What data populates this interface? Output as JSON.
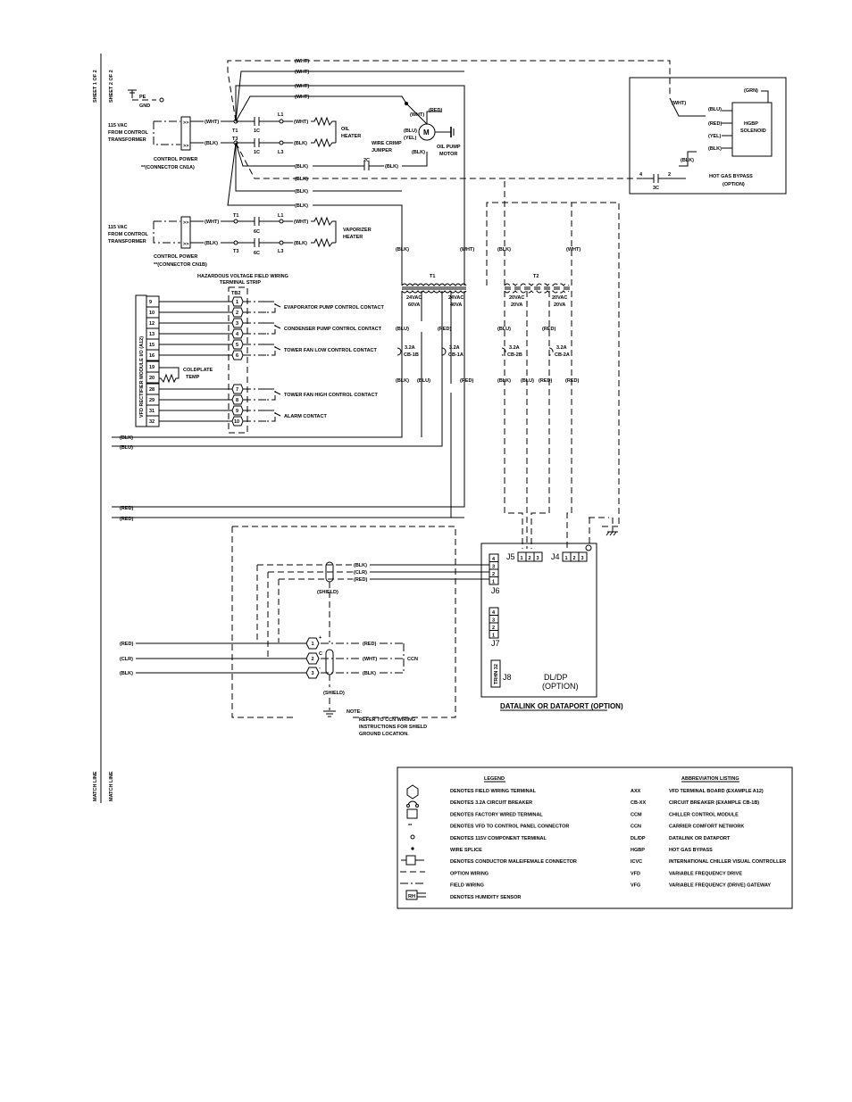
{
  "margin": {
    "sheet_top_1": "SHEET 1 OF 2",
    "sheet_top_2": "SHEET 2 OF 2",
    "match_1": "MATCH LINE",
    "match_2": "MATCH LINE"
  },
  "ground": {
    "pe": "PE",
    "gnd": "GND"
  },
  "power1": {
    "line1": "115 VAC",
    "line2": "FROM CONTROL",
    "line3": "TRANSFORMER",
    "cap1": "CONTROL POWER",
    "cap2": "**(CONNECTOR CN1A)"
  },
  "power2": {
    "line1": "115 VAC",
    "line2": "FROM CONTROL",
    "line3": "TRANSFORMER",
    "cap1": "CONTROL POWER",
    "cap2": "**(CONNECTOR CN1B)"
  },
  "wires": {
    "wht": "(WHT)",
    "blk": "(BLK)",
    "red": "(RED)",
    "blu": "(BLU)",
    "yel": "(YEL)",
    "grn": "(GRN)",
    "clr": "(CLR)",
    "shield": "(SHIELD)"
  },
  "terms": {
    "t1": "T1",
    "t3": "T3",
    "l1": "L1",
    "l3": "L3",
    "c1": "1C",
    "c2": "2C",
    "c3": "3C",
    "c6": "6C",
    "n4": "4",
    "n2": "2"
  },
  "loads": {
    "oil_heater_1": "OIL",
    "oil_heater_2": "HEATER",
    "jumper_1": "WIRE CRIMP",
    "jumper_2": "JUMPER",
    "motor_m": "M",
    "motor_1": "OIL PUMP",
    "motor_2": "MOTOR",
    "vap_1": "VAPORIZER",
    "vap_2": "HEATER"
  },
  "hgbp": {
    "sol_1": "HGBP",
    "sol_2": "SOLENOID",
    "title": "HOT GAS BYPASS",
    "option": "(OPTION)"
  },
  "strip": {
    "title_1": "HAZARDOUS VOLTAGE FIELD WIRING",
    "title_2": "TERMINAL STRIP",
    "tb": "TB2",
    "module": "VFD RECTIFIER MODULE I/O (A12)",
    "coldplate_1": "COLDPLATE",
    "coldplate_2": "TEMP",
    "pins": [
      "9",
      "10",
      "12",
      "13",
      "15",
      "16",
      "19",
      "20",
      "28",
      "29",
      "31",
      "32"
    ],
    "tb_nums": [
      "1",
      "2",
      "3",
      "4",
      "5",
      "6",
      "7",
      "8",
      "9",
      "10"
    ],
    "contacts": [
      "EVAPORATOR PUMP CONTROL CONTACT",
      "CONDENSER PUMP CONTROL CONTACT",
      "TOWER FAN LOW CONTROL CONTACT",
      "TOWER FAN HIGH CONTROL CONTACT",
      "ALARM CONTACT"
    ]
  },
  "xfmr": {
    "t1": "T1",
    "t2": "T2",
    "t1a_v": "24VAC",
    "t1a_va": "60VA",
    "t1b_v": "24VAC",
    "t1b_va": "40VA",
    "t2a_v": "20VAC",
    "t2a_va": "20VA",
    "t2b_v": "20VAC",
    "t2b_va": "20VA",
    "cb_amp": "3.2A",
    "cb1": "CB-1B",
    "cb2": "CB-1A",
    "cb3": "CB-2B",
    "cb4": "CB-2A"
  },
  "dp": {
    "j5": "J5",
    "j4": "J4",
    "j6": "J6",
    "j7": "J7",
    "j8": "J8",
    "j8_side": "TRHN 32",
    "dl": "DL/DP",
    "opt": "(OPTION)",
    "title": "DATALINK OR DATAPORT (OPTION)",
    "pins3": [
      "1",
      "2",
      "3"
    ],
    "pins4": [
      "4",
      "3",
      "2",
      "1"
    ]
  },
  "ccn": {
    "ccn": "CCN",
    "plus": "+",
    "c": "C",
    "minus": "-",
    "t1": "1",
    "t2": "2",
    "t3": "3",
    "note_h": "NOTE:",
    "note_1": "REFER TO CCN WIRING",
    "note_2": "INSTRUCTIONS FOR SHIELD",
    "note_3": "GROUND LOCATION."
  },
  "legend": {
    "title": "LEGEND",
    "abbr_title": "ABBREVIATION LISTING",
    "items": [
      "DENOTES FIELD WIRING TERMINAL",
      "DENOTES 3.2A CIRCUIT BREAKER",
      "DENOTES FACTORY WIRED TERMINAL",
      "DENOTES VFD TO CONTROL PANEL CONNECTOR",
      "DENOTES 115V COMPONENT TERMINAL",
      "WIRE SPLICE",
      "DENOTES CONDUCTOR MALE/FEMALE CONNECTOR",
      "OPTION WIRING",
      "FIELD WIRING",
      "DENOTES HUMIDITY SENSOR"
    ],
    "stars": "**",
    "rh": "RH",
    "abbr": [
      [
        "AXX",
        "VFD TERMINAL BOARD (EXAMPLE A12)"
      ],
      [
        "CB-XX",
        "CIRCUIT BREAKER (EXAMPLE CB-1B)"
      ],
      [
        "CCM",
        "CHILLER CONTROL MODULE"
      ],
      [
        "CCN",
        "CARRIER COMFORT NETWORK"
      ],
      [
        "DL/DP",
        "DATALINK OR DATAPORT"
      ],
      [
        "HGBP",
        "HOT GAS BYPASS"
      ],
      [
        "ICVC",
        "INTERNATIONAL CHILLER VISUAL CONTROLLER"
      ],
      [
        "VFD",
        "VARIABLE FREQUENCY DRIVE"
      ],
      [
        "VFG",
        "VARIABLE FREQUENCY (DRIVE) GATEWAY"
      ]
    ]
  }
}
